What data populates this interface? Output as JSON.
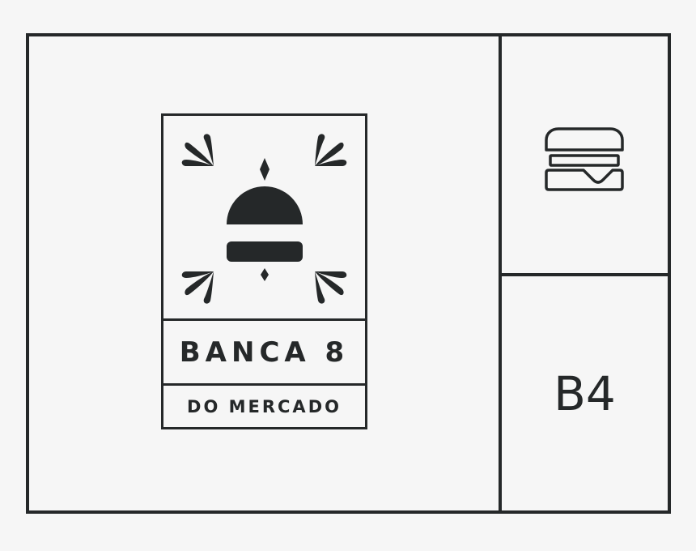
{
  "logo": {
    "title": "BANCA 8",
    "subtitle": "DO MERCADO",
    "icon": "burger-bell-icon"
  },
  "panels": {
    "top_right_icon": "burger-icon",
    "bottom_right_label": "B4"
  },
  "colors": {
    "background": "#f6f6f6",
    "ink": "#252829"
  }
}
